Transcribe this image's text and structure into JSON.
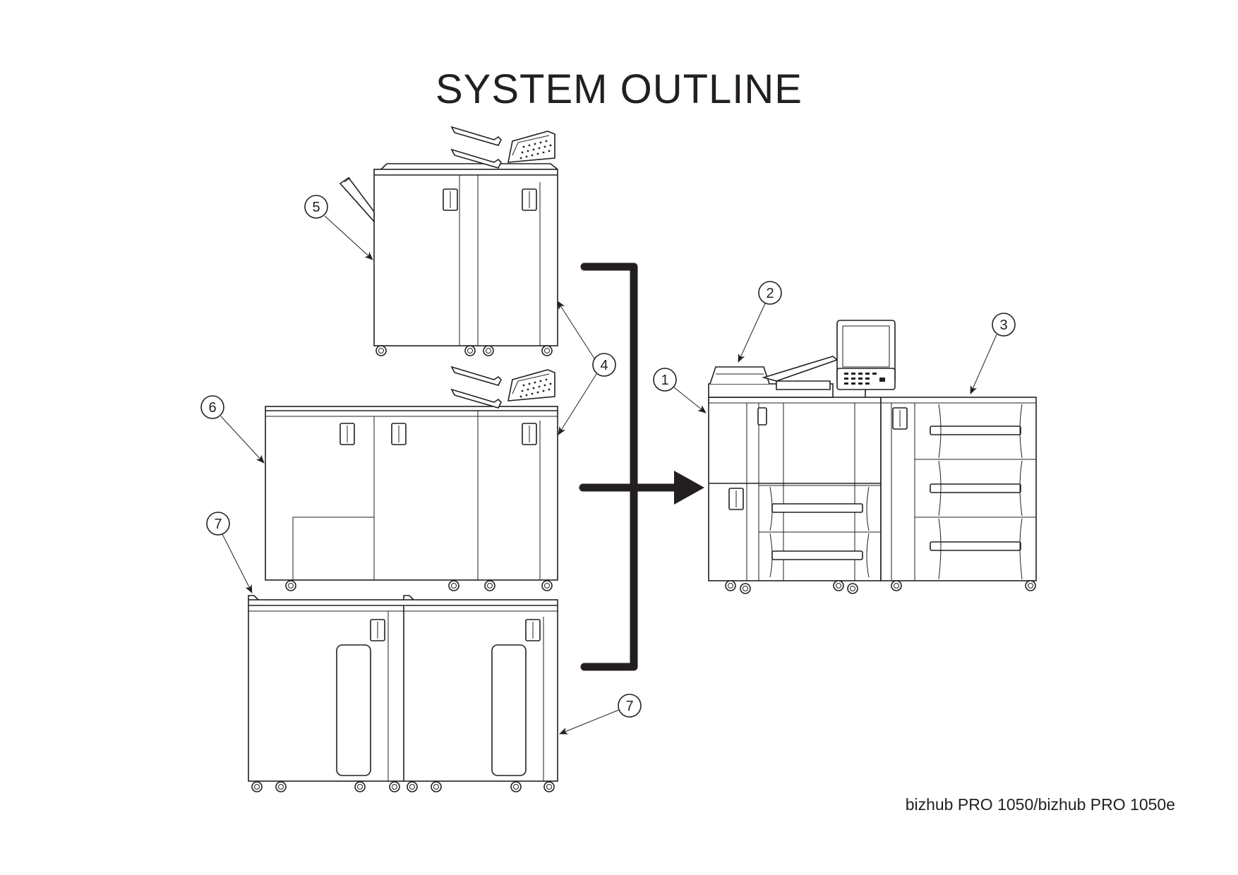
{
  "title": "SYSTEM OUTLINE",
  "footer": "bizhub PRO 1050/bizhub PRO 1050e",
  "callouts": [
    {
      "id": "c1",
      "label": "1"
    },
    {
      "id": "c2",
      "label": "2"
    },
    {
      "id": "c3",
      "label": "3"
    },
    {
      "id": "c4",
      "label": "4"
    },
    {
      "id": "c5",
      "label": "5"
    },
    {
      "id": "c6",
      "label": "6"
    },
    {
      "id": "c7a",
      "label": "7"
    },
    {
      "id": "c7b",
      "label": "7"
    }
  ],
  "colors": {
    "line": "#231f20",
    "background": "#ffffff"
  }
}
